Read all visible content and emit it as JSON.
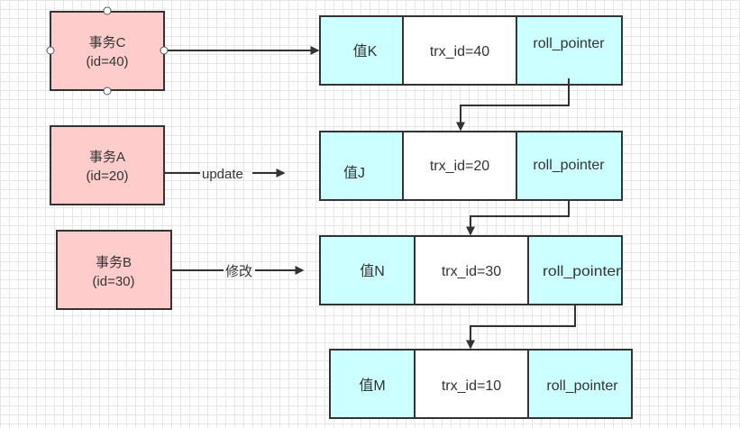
{
  "transactions": {
    "c": {
      "name": "事务C",
      "id": "(id=40)"
    },
    "a": {
      "name": "事务A",
      "id": "(id=20)"
    },
    "b": {
      "name": "事务B",
      "id": "(id=30)"
    }
  },
  "records": [
    {
      "value": "值K",
      "trx_id": "trx_id=40",
      "pointer": "roll_pointer"
    },
    {
      "value": "值J",
      "trx_id": "trx_id=20",
      "pointer": "roll_pointer"
    },
    {
      "value": "值N",
      "trx_id": "trx_id=30",
      "pointer": "roll_pointer"
    },
    {
      "value": "值M",
      "trx_id": "trx_id=10",
      "pointer": "roll_pointer"
    }
  ],
  "arrows": {
    "a_label": "update",
    "b_label": "修改"
  },
  "colors": {
    "transaction_fill": "#ffcccc",
    "cyan_fill": "#ccffff",
    "white_fill": "#ffffff",
    "stroke": "#333333"
  }
}
